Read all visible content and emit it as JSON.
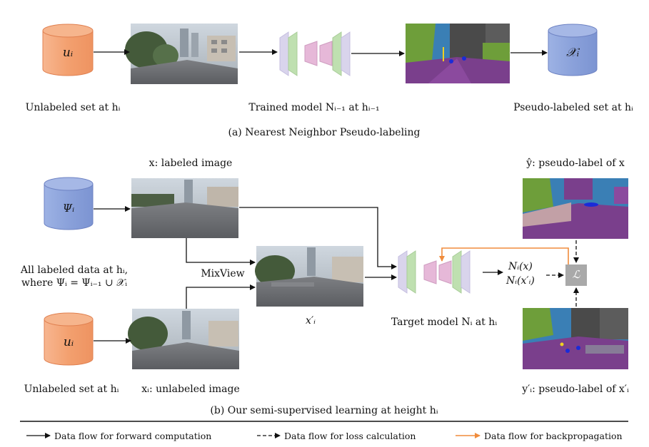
{
  "panel_a": {
    "store_unlabeled": "𝑢ᵢ",
    "store_pseudo": "𝒳ᵢ",
    "caption_unlabeled": "Unlabeled set at hᵢ",
    "caption_model": "Trained model Nᵢ₋₁ at hᵢ₋₁",
    "caption_pseudo": "Pseudo-labeled set at hᵢ",
    "title": "(a) Nearest Neighbor Pseudo-labeling"
  },
  "panel_b": {
    "store_labeled": "Ψᵢ",
    "store_unlabeled": "𝑢ᵢ",
    "label_x": "x: labeled image",
    "label_yhat": "ŷ: pseudo-label of x",
    "label_all_line1": "All labeled data at hᵢ,",
    "label_all_line2": "where Ψᵢ = Ψᵢ₋₁ ∪ 𝒳ᵢ",
    "label_mixview": "MixView",
    "label_xprime": "x′ᵢ",
    "label_nx": "Nᵢ(x)",
    "label_nxprime": "Nᵢ(x′ᵢ)",
    "label_loss": "ℒ",
    "label_target": "Target model Nᵢ at hᵢ",
    "label_unlabeled_set": "Unlabeled set at hᵢ",
    "label_xi": "xᵢ: unlabeled image",
    "label_yprime": "y′ᵢ: pseudo-label of x′ᵢ",
    "title": "(b) Our semi-supervised learning at height hᵢ"
  },
  "legend": {
    "forward": "Data flow for forward computation",
    "loss": "Data flow for loss calculation",
    "backprop": "Data flow for backpropagation"
  },
  "colors": {
    "orange_store": "#f4a57a",
    "blue_store": "#8fa6dc",
    "backprop_arrow": "#f08c3c",
    "loss_box": "#a9a9a9",
    "model_lavender": "#d9d4ec",
    "model_green": "#bfe0b0",
    "model_pink": "#e6b8d8"
  }
}
